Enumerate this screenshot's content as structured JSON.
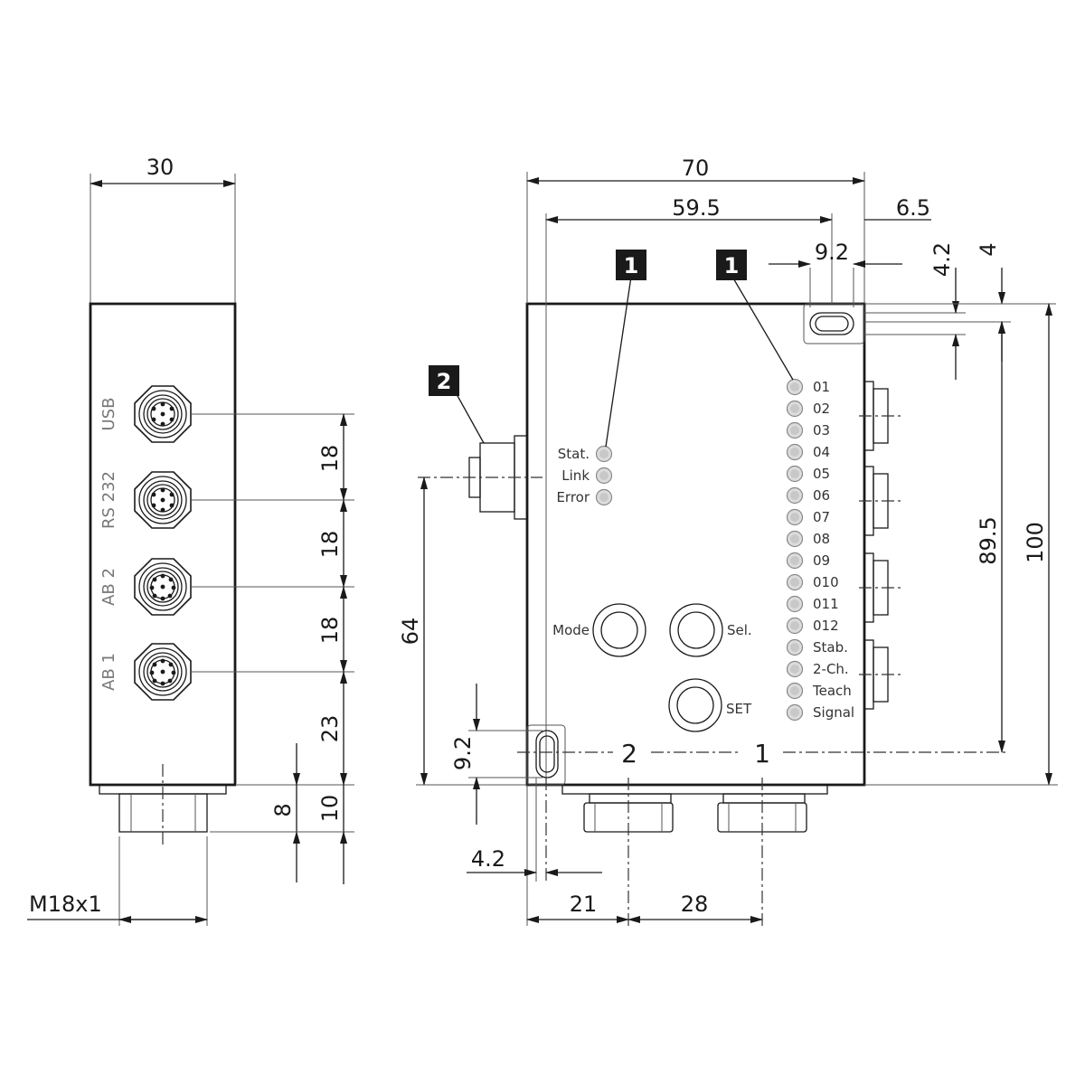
{
  "side_view": {
    "width_dim": "30",
    "ports": [
      "USB",
      "RS 232",
      "AB 2",
      "AB 1"
    ],
    "spacing_dims": [
      "18",
      "18",
      "18",
      "23"
    ],
    "bottom_dims": [
      "8",
      "10"
    ],
    "thread": "M18x1"
  },
  "front_view": {
    "top_dims": {
      "total": "70",
      "inner": "59.5",
      "right": "6.5"
    },
    "slot_dims": {
      "slot_width": "9.2",
      "slot_h1": "4.2",
      "slot_h2": "4"
    },
    "vertical_dims": {
      "hole_span": "89.5",
      "height": "100",
      "connector_height": "64",
      "slot_height": "9.2"
    },
    "bottom_dims": {
      "offset": "4.2",
      "port2": "21",
      "port1": "28"
    },
    "status_leds": [
      "Stat.",
      "Link",
      "Error"
    ],
    "io_leds": [
      "01",
      "02",
      "03",
      "04",
      "05",
      "06",
      "07",
      "08",
      "09",
      "010",
      "011",
      "012",
      "Stab.",
      "2-Ch.",
      "Teach",
      "Signal"
    ],
    "buttons": {
      "mode": "Mode",
      "sel": "Sel.",
      "set": "SET"
    },
    "port_labels": {
      "port2": "2",
      "port1": "1"
    },
    "callouts": [
      "1",
      "1",
      "2"
    ]
  },
  "colors": {
    "line": "#1a1a1a",
    "led_fill": "#dcdcdc",
    "callout_bg": "#1a1a1a"
  }
}
